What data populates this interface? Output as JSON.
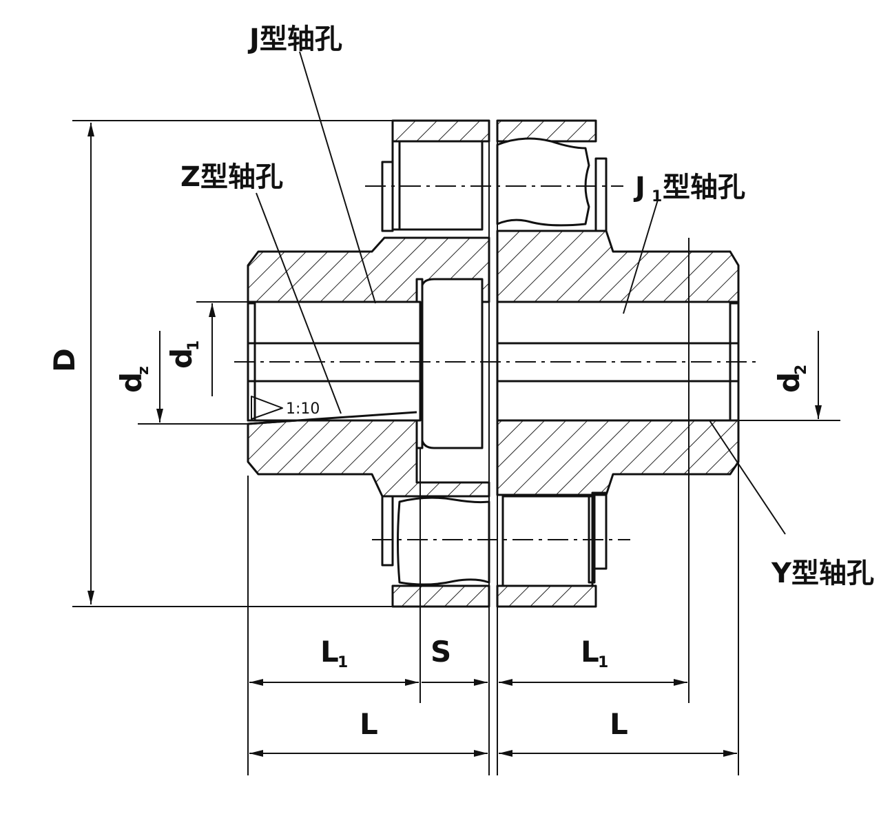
{
  "labels": {
    "j_bore": "J型轴孔",
    "z_bore": "Z型轴孔",
    "j1_bore_main": "J",
    "j1_bore_sub": "1",
    "j1_bore_rest": "型轴孔",
    "y_bore": "Y型轴孔",
    "taper": "1:10"
  },
  "dimensions": {
    "D": "D",
    "dz_main": "d",
    "dz_sub": "z",
    "d1_main": "d",
    "d1_sub": "1",
    "d2_main": "d",
    "d2_sub": "2",
    "L1_main": "L",
    "L1_sub": "1",
    "S": "S",
    "L": "L"
  },
  "colors": {
    "line": "#111111",
    "background": "#ffffff"
  }
}
